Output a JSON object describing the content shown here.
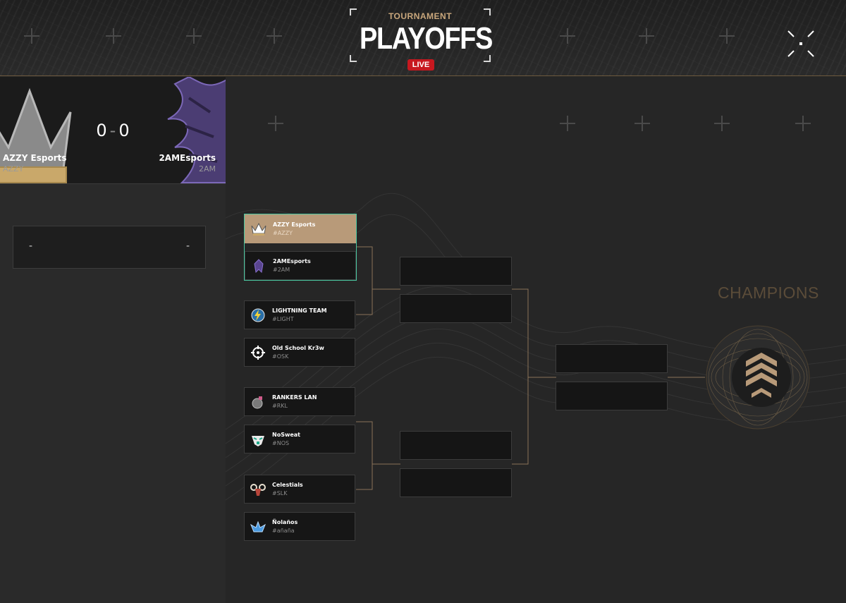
{
  "header": {
    "subtitle": "TOURNAMENT",
    "title": "PLAYOFFS",
    "live": "LIVE"
  },
  "current_match": {
    "home": {
      "name": "AZZY Esports",
      "tag": "AZZY",
      "score": "0"
    },
    "away": {
      "name": "2AMEsports",
      "tag": "2AM",
      "score": "0"
    },
    "score_separator": "-",
    "game": {
      "home_score": "-",
      "away_score": "-"
    }
  },
  "bracket": {
    "round1": [
      {
        "name": "AZZY Esports",
        "tag": "#AZZY",
        "logo": "crown-logo",
        "highlight": true
      },
      {
        "name": "2AMEsports",
        "tag": "#2AM",
        "logo": "purple-beast-logo"
      },
      {
        "name": "LIGHTNING TEAM",
        "tag": "#LIGHT",
        "logo": "lightning-logo"
      },
      {
        "name": "Old School Kr3w",
        "tag": "#OSK",
        "logo": "crosshair-logo"
      },
      {
        "name": "RANKERS LAN",
        "tag": "#RKL",
        "logo": "grenade-logo"
      },
      {
        "name": "NoSweat",
        "tag": "#NOS",
        "logo": "mask-logo"
      },
      {
        "name": "Celestials",
        "tag": "#SLK",
        "logo": "ram-logo"
      },
      {
        "name": "Ñolaños",
        "tag": "#añaña",
        "logo": "blue-wings-logo"
      }
    ],
    "champions_label": "CHAMPIONS"
  },
  "colors": {
    "accent_gold": "#b89a79",
    "highlight_border": "#49c7a0",
    "live_red": "#c7181f",
    "connector": "#8a7358"
  }
}
